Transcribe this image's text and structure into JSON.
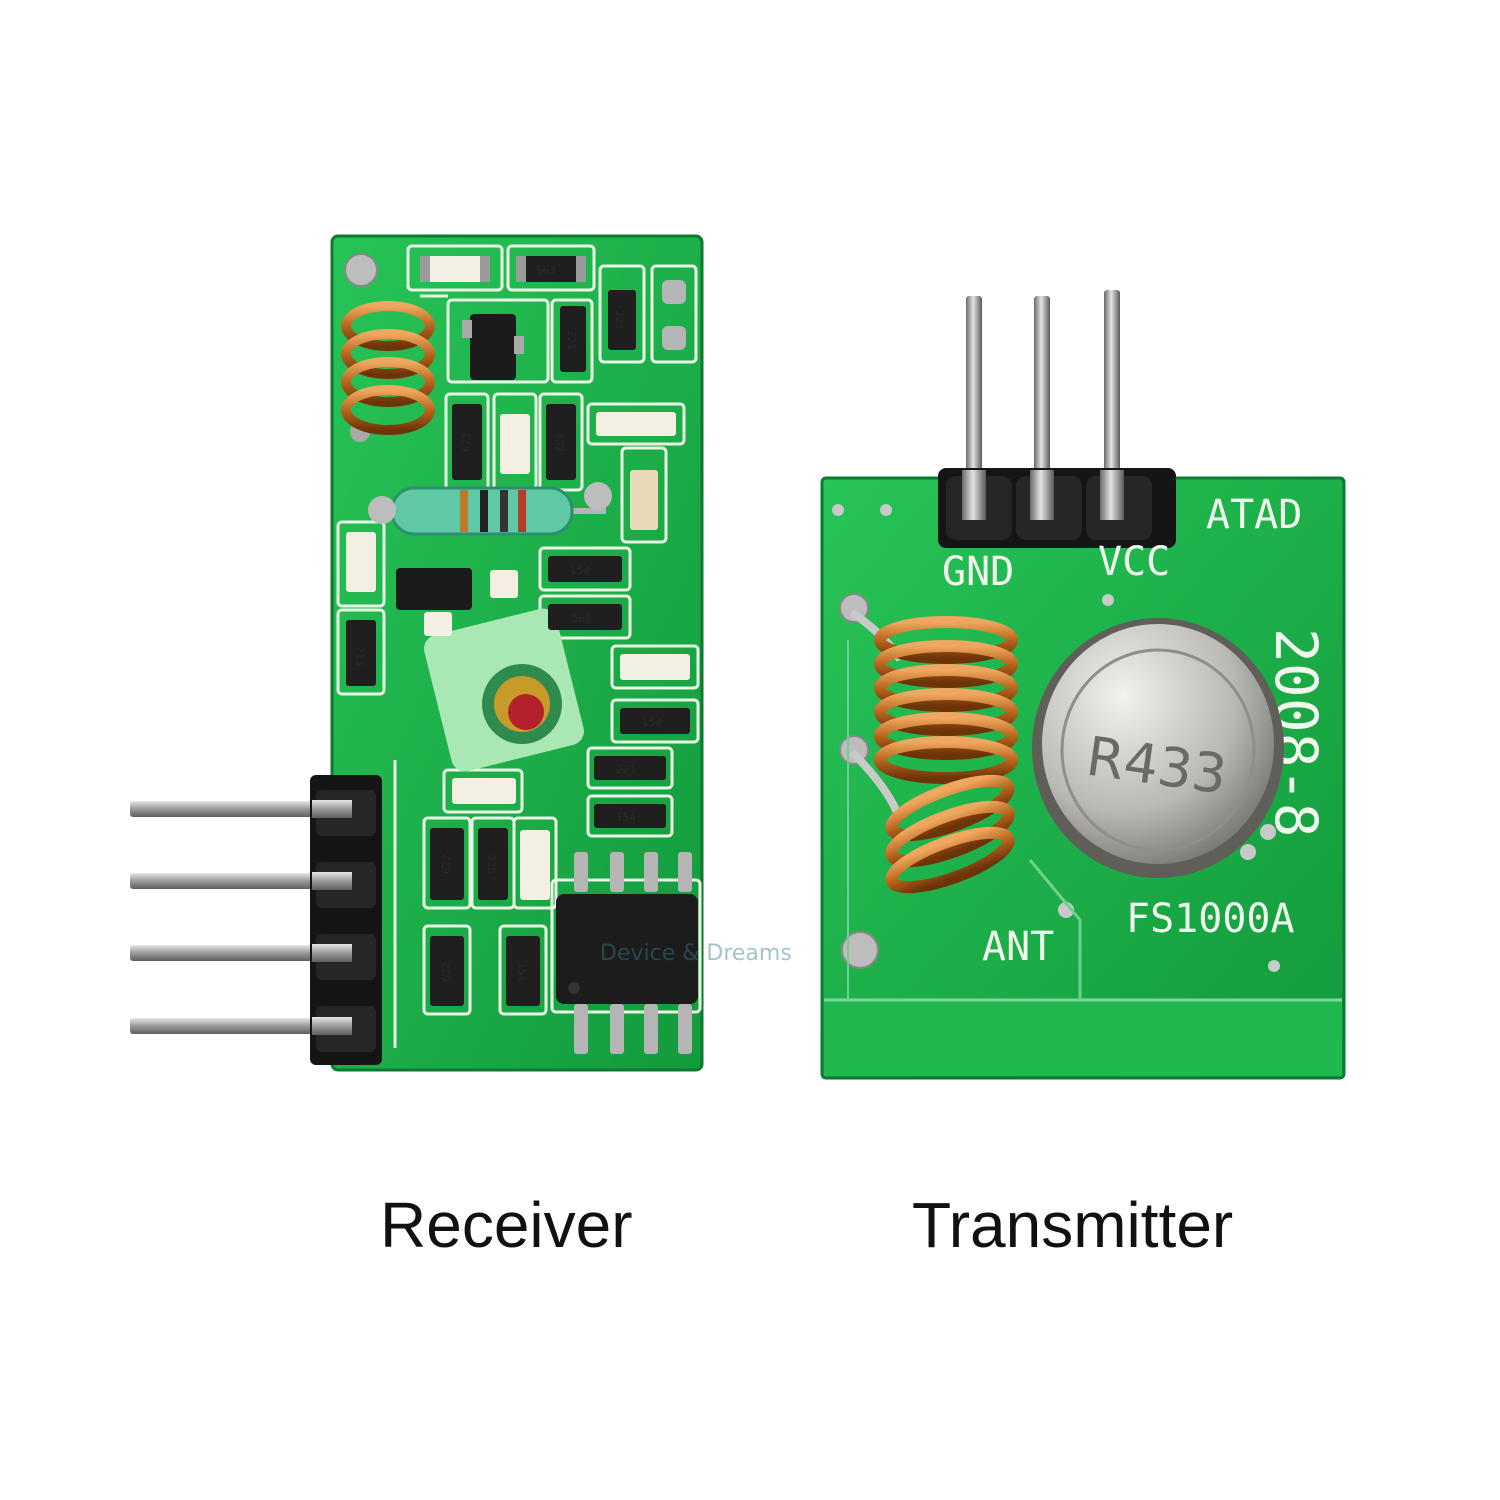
{
  "captions": {
    "receiver": "Receiver",
    "transmitter": "Transmitter"
  },
  "receiver_board": {
    "resistor_codes": [
      "563",
      "221",
      "221",
      "622",
      "302",
      "154",
      "568",
      "223",
      "154",
      "221",
      "154",
      "622",
      "335",
      "622",
      "154"
    ],
    "watermark": "Device & Dreams"
  },
  "transmitter_board": {
    "pin_labels": {
      "gnd": "GND",
      "vcc": "VCC",
      "data": "ATAD",
      "ant": "ANT"
    },
    "date_code": "2008-8",
    "model": "FS1000A",
    "resonator_marking": "R433"
  },
  "colors": {
    "pcb_green": "#1fb04a",
    "silkscreen": "#f2f7ee",
    "copper_coil": "#b8661c",
    "pin_metal": "#a9a9a9",
    "header_plastic": "#151515"
  }
}
